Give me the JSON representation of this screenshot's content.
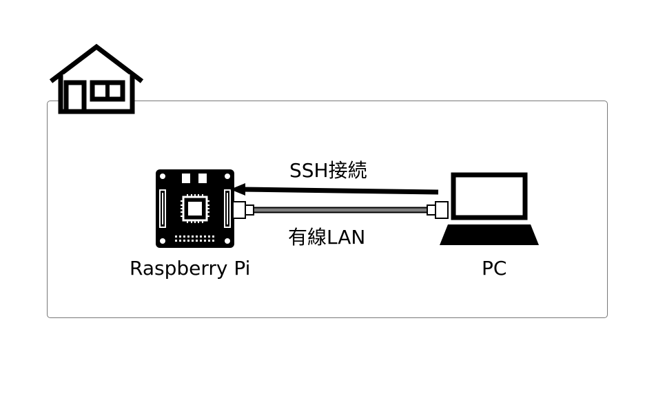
{
  "diagram": {
    "ssh_label": "SSH接続",
    "lan_label": "有線LAN",
    "raspberry_pi_label": "Raspberry Pi",
    "pc_label": "PC"
  },
  "icons": {
    "house": "house-icon",
    "board": "raspberry-pi-board-icon",
    "laptop": "laptop-icon",
    "arrow": "arrow-left-icon",
    "connector": "ethernet-connector-icon"
  },
  "colors": {
    "ink": "#000000",
    "frame": "#777777",
    "cable": "#808080"
  }
}
